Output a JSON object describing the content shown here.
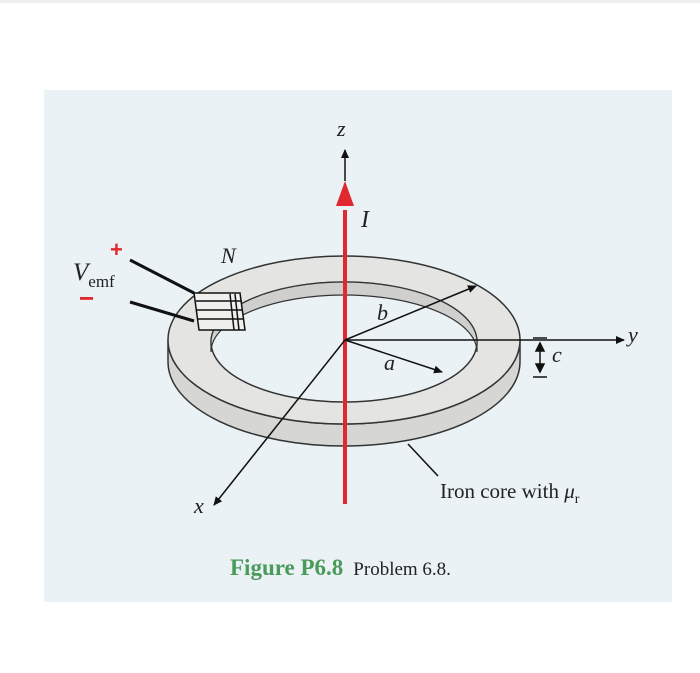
{
  "labels": {
    "z": "z",
    "y": "y",
    "x": "x",
    "current": "I",
    "turns": "N",
    "radius_b": "b",
    "radius_a": "a",
    "thickness": "c",
    "vemf_main": "V",
    "vemf_sub": "emf",
    "plus": "+",
    "minus": "−",
    "core_text": "Iron core with ",
    "mu": "μ",
    "mu_sub": "r"
  },
  "caption": {
    "figure": "Figure P6.8",
    "problem": "Problem 6.8."
  },
  "colors": {
    "panel_bg": "#eaf2f6",
    "core_fill": "#e4e4e2",
    "core_edge": "#333333",
    "current_arrow": "#e0282f",
    "axes": "#111111",
    "sign_red": "#e0282f",
    "caption_green": "#4a9a5a"
  }
}
